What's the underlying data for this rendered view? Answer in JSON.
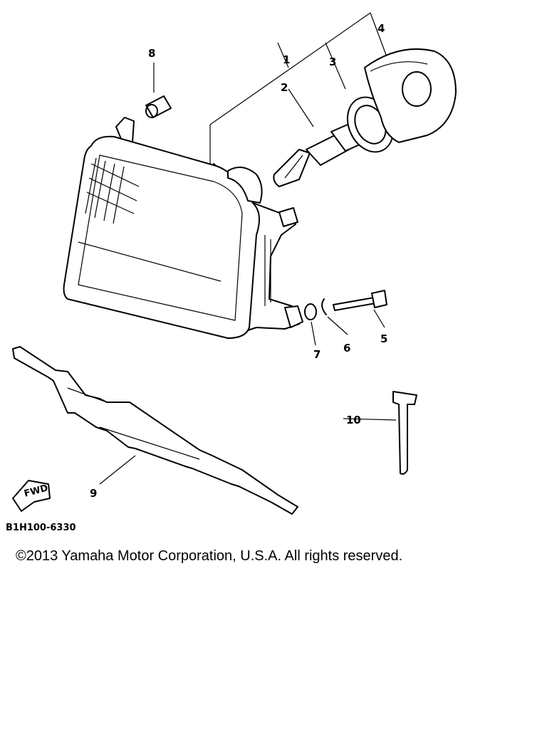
{
  "callouts": {
    "c1": "1",
    "c2": "2",
    "c3": "3",
    "c4": "4",
    "c5": "5",
    "c6": "6",
    "c7": "7",
    "c8": "8",
    "c9": "9",
    "c10": "10"
  },
  "fwd_marker": "FWD",
  "diagram_code": "B1H100-6330",
  "copyright": "©2013 Yamaha Motor Corporation, U.S.A. All rights reserved."
}
